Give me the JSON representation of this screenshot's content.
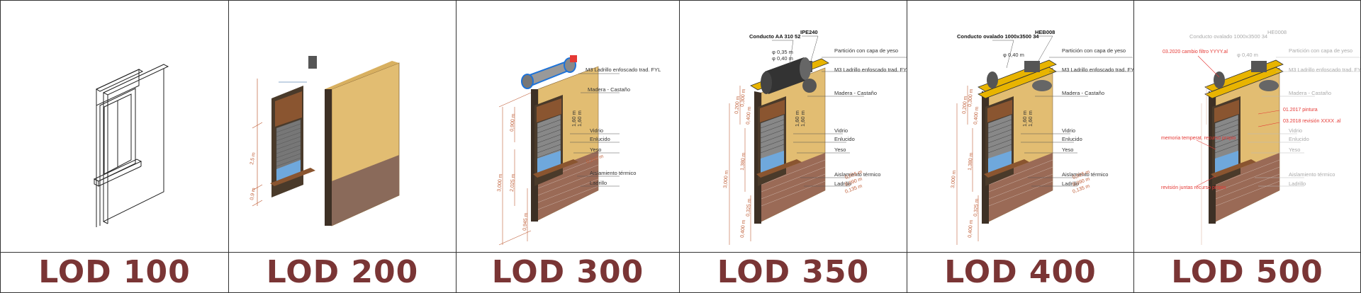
{
  "panels": [
    {
      "id": "lod100",
      "label": "LOD 100"
    },
    {
      "id": "lod200",
      "label": "LOD 200",
      "dims": {
        "height_upper": "2,5 m",
        "height_lower": "0,9 m"
      }
    },
    {
      "id": "lod300",
      "label": "LOD 300",
      "annotations": {
        "wall": "M3 Ladrillo enfoscado trad. FYL",
        "wood": "Madera - Castaño",
        "glass": "Vidrio",
        "render": "Enlucido",
        "plaster": "Yeso",
        "insulation": "Aislamiento térmico",
        "brick": "Ladrillo"
      },
      "dims": {
        "d1": "1,60 m",
        "d2": "1,60 m",
        "total": "3,000 m",
        "upper": "0,900 m",
        "mid": "2,025 m",
        "lower": "0,945 m",
        "sill": "0,240 m"
      }
    },
    {
      "id": "lod350",
      "label": "LOD 350",
      "annotations": {
        "duct": "Conducto AA 310 52",
        "beam": "IPE240",
        "partition": "Partición con capa de yeso",
        "wall": "M3 Ladrillo enfoscado trad. FYL",
        "wood": "Madera - Castaño",
        "glass": "Vidrio",
        "render": "Enlucido",
        "plaster": "Yeso",
        "insulation": "Aislamiento térmico",
        "brick": "Ladrillo"
      },
      "dims": {
        "phi1": "φ 0,35 m",
        "phi2": "φ 0,40 m",
        "d1": "1,60 m",
        "d2": "1,60 m",
        "total": "3,000 m",
        "upper1": "0,200 m",
        "upper2": "0,300 m",
        "upper3": "0,400 m",
        "mid": "1,380 m",
        "low1": "0,400 m",
        "low2": "0,325 m",
        "r1": "0,015 m",
        "r2": "0,090 m",
        "r3": "0,135 m"
      }
    },
    {
      "id": "lod400",
      "label": "LOD 400",
      "annotations": {
        "duct": "Conducto ovalado 1000x3500 34",
        "beam": "HEB008",
        "partition": "Partición con capa de yeso",
        "wall": "M3 Ladrillo enfoscado trad. FYL",
        "wood": "Madera - Castaño",
        "glass": "Vidrio",
        "render": "Enlucido",
        "plaster": "Yeso",
        "insulation": "Aislamiento térmico",
        "brick": "Ladrillo"
      },
      "dims": {
        "phi": "φ 0,40 m",
        "d1": "1,60 m",
        "d2": "1,60 m",
        "total": "3,000 m",
        "upper1": "0,200 m",
        "upper2": "0,300 m",
        "upper3": "0,400 m",
        "mid": "1,380 m",
        "low1": "0,400 m",
        "low2": "0,325 m",
        "r1": "0,015 m",
        "r2": "0,090 m",
        "r3": "0,135 m"
      }
    },
    {
      "id": "lod500",
      "label": "LOD 500",
      "annotations": {
        "duct": "Conducto ovalado 1000x3500 34",
        "beam": "HE0008",
        "partition": "Partición con capa de yeso",
        "wall": "M3 Ladrillo enfoscado trad. FYL",
        "wood": "Madera - Castaño",
        "glass": "Vidrio",
        "render": "Enlucido",
        "plaster": "Yeso",
        "insulation": "Aislamiento térmico",
        "brick": "Ladrillo",
        "phi": "φ 0,40 m"
      },
      "notes": {
        "n1": "03.2020 cambio filtro YYYY.al",
        "n2": "01.2017 pintura",
        "n3": "03.2018 revisión XXXX .al",
        "n4": "memoria temperat. recurso propio",
        "n5": "revisión juntas recurso propio"
      }
    }
  ],
  "colors": {
    "label": "#7a3535",
    "wall": "#e8c479",
    "wallSide": "#c9a45a",
    "brick": "#8a6a5a",
    "wood": "#9a5a34",
    "dim": "#c0603a",
    "red": "#e53935"
  }
}
